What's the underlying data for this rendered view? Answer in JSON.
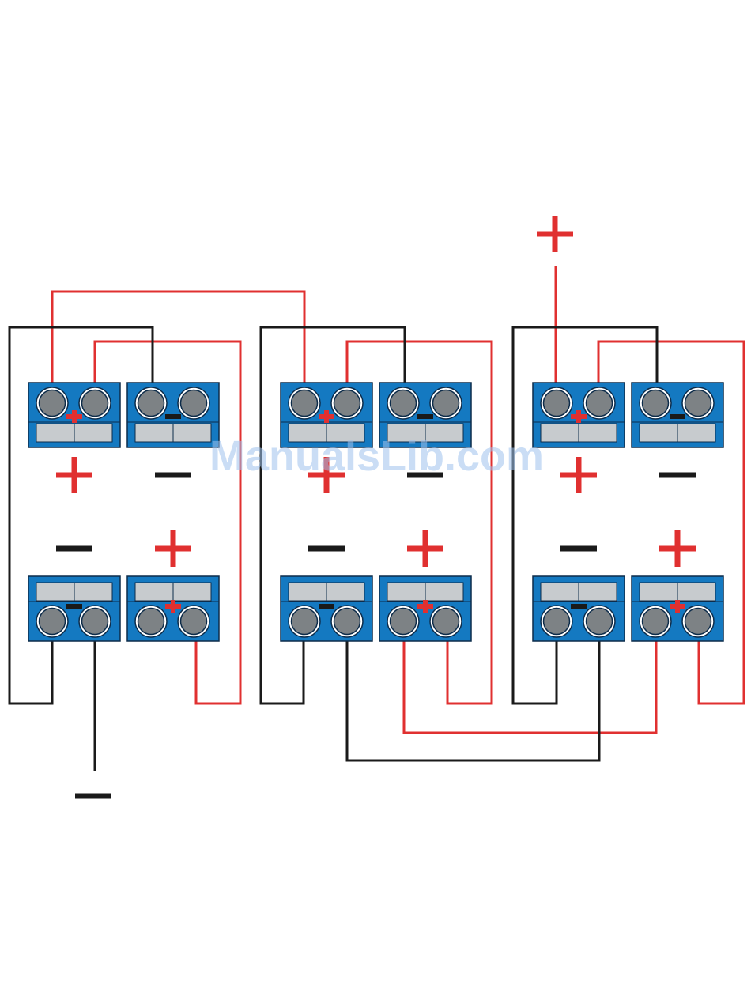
{
  "watermark": "ManualsLib.com",
  "colors": {
    "terminal_block": "#1479c1",
    "terminal_stroke": "#0d2c4a",
    "post": "#7d8285",
    "label_strip": "#c7cbce",
    "positive_wire": "#e03030",
    "negative_wire": "#1a1a1a"
  },
  "symbols": {
    "plus": "+",
    "minus": "−"
  },
  "batteries": [
    {
      "id": "battery-1",
      "top_polarity": [
        "+",
        "−"
      ],
      "bottom_polarity": [
        "−",
        "+"
      ]
    },
    {
      "id": "battery-2",
      "top_polarity": [
        "+",
        "−"
      ],
      "bottom_polarity": [
        "−",
        "+"
      ]
    },
    {
      "id": "battery-3",
      "top_polarity": [
        "+",
        "−"
      ],
      "bottom_polarity": [
        "−",
        "+"
      ]
    }
  ],
  "outputs": {
    "positive": "+",
    "negative": "−"
  }
}
